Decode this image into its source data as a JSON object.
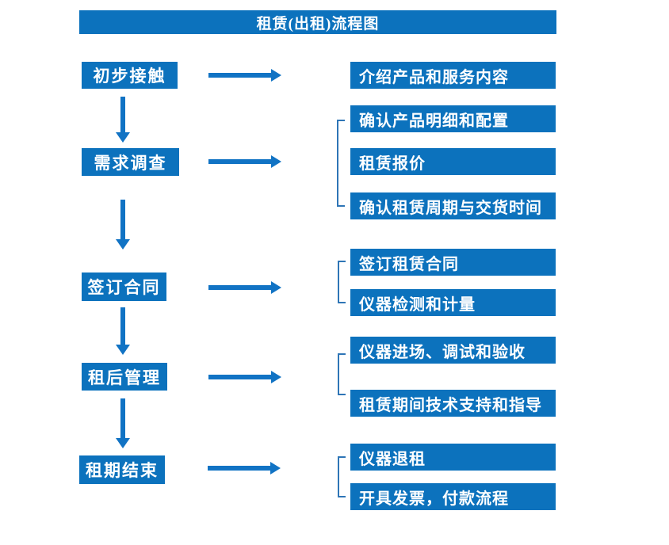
{
  "title": "租赁(出租)流程图",
  "colors": {
    "box_blue": "#0c72bd",
    "arrow_blue": "#1173c4",
    "bracket_blue": "#2e75b6",
    "text": "#ffffff",
    "background": "#ffffff"
  },
  "stages": [
    {
      "label": "初步接触",
      "details": [
        "介绍产品和服务内容"
      ]
    },
    {
      "label": "需求调查",
      "details": [
        "确认产品明细和配置",
        "租赁报价",
        "确认租赁周期与交货时间"
      ]
    },
    {
      "label": "签订合同",
      "details": [
        "签订租赁合同",
        "仪器检测和计量"
      ]
    },
    {
      "label": "租后管理",
      "details": [
        "仪器进场、调试和验收",
        "租赁期间技术支持和指导"
      ]
    },
    {
      "label": "租期结束",
      "details": [
        "仪器退租",
        "开具发票，付款流程"
      ]
    }
  ]
}
